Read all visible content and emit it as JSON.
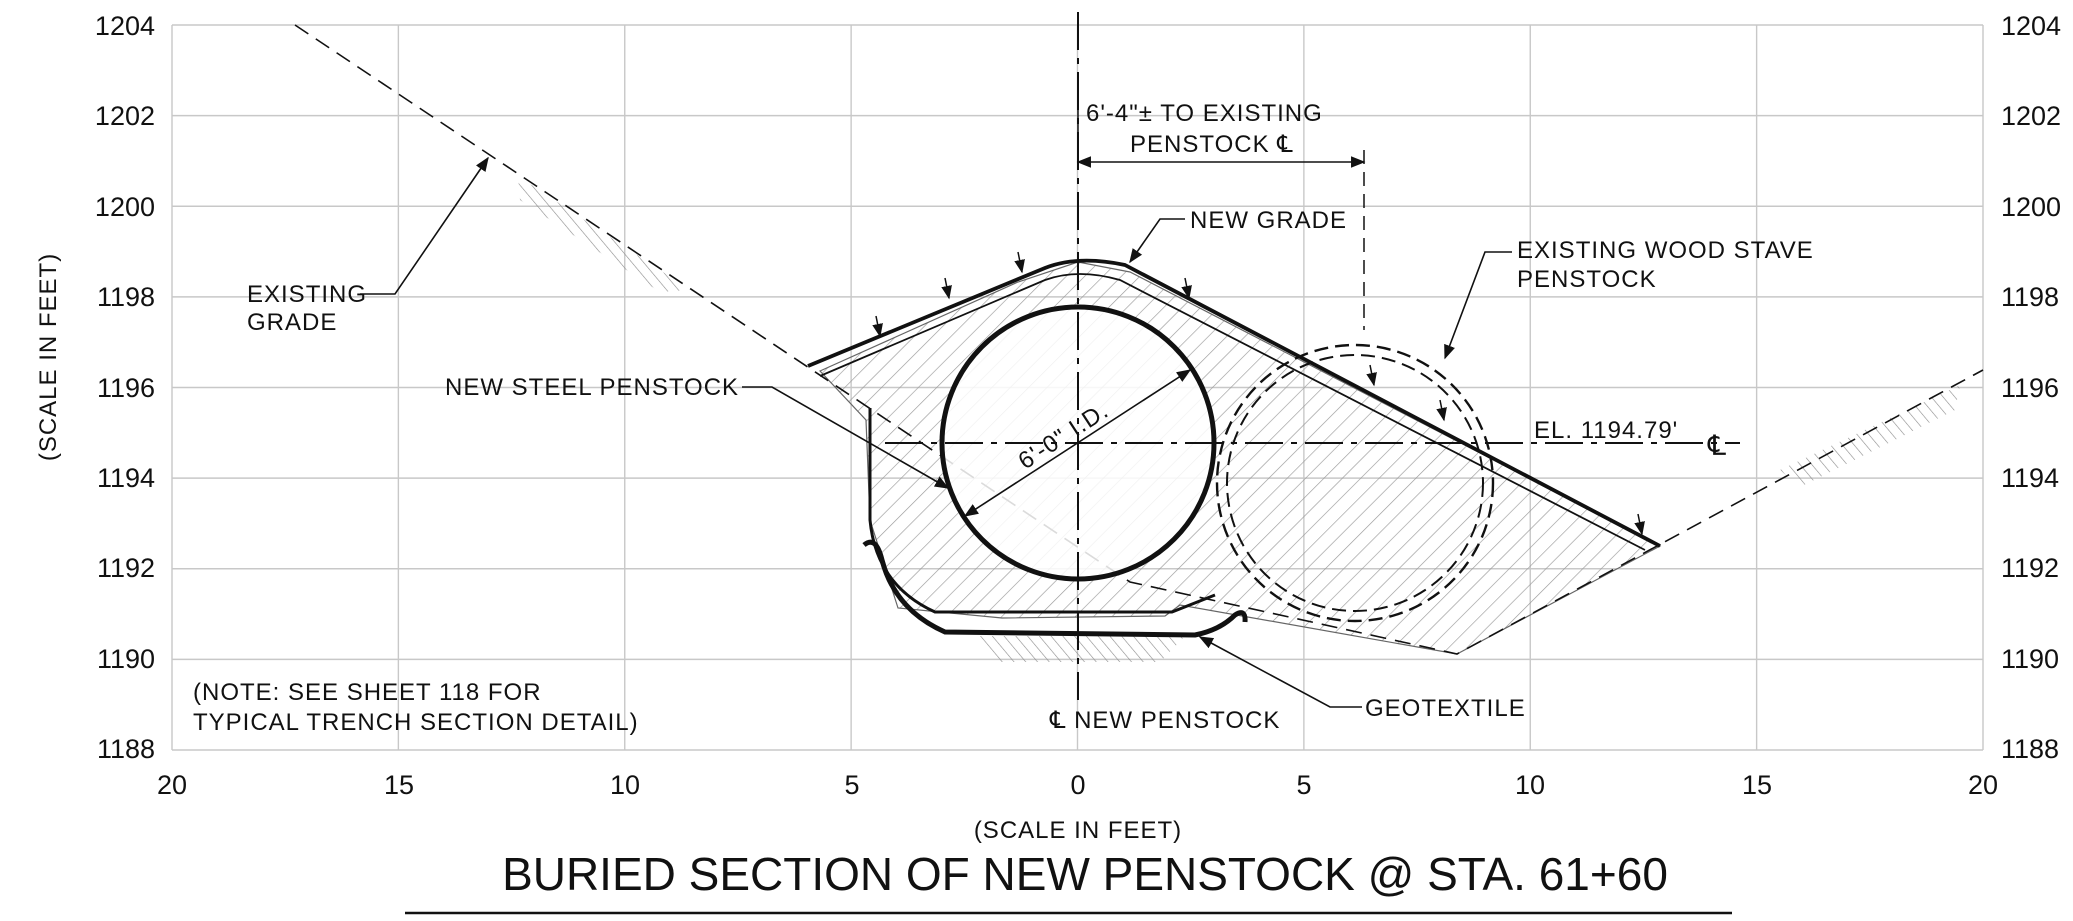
{
  "axes": {
    "x_ticks": [
      "20",
      "15",
      "10",
      "5",
      "0",
      "5",
      "10",
      "15",
      "20"
    ],
    "y_ticks": [
      "1204",
      "1202",
      "1200",
      "1198",
      "1196",
      "1194",
      "1192",
      "1190",
      "1188"
    ],
    "x_label": "(SCALE IN FEET)",
    "y_label": "(SCALE IN FEET)"
  },
  "labels": {
    "existing_grade_1": "EXISTING",
    "existing_grade_2": "GRADE",
    "dimension_1": "6'-4\"± TO EXISTING",
    "dimension_2": "PENSTOCK ℄",
    "new_grade": "NEW GRADE",
    "wood_stave_1": "EXISTING WOOD STAVE",
    "wood_stave_2": "PENSTOCK",
    "steel_penstock": "NEW STEEL PENSTOCK",
    "diameter": "6'-0\" I.D.",
    "elevation": "EL. 1194.79'",
    "centerline_symbol": "℄",
    "geotextile": "GEOTEXTILE",
    "centerline_new": "℄ NEW PENSTOCK",
    "note_1": "(NOTE: SEE SHEET 118 FOR",
    "note_2": "TYPICAL TRENCH SECTION DETAIL)"
  },
  "title": "BURIED SECTION OF NEW PENSTOCK @ STA. 61+60"
}
